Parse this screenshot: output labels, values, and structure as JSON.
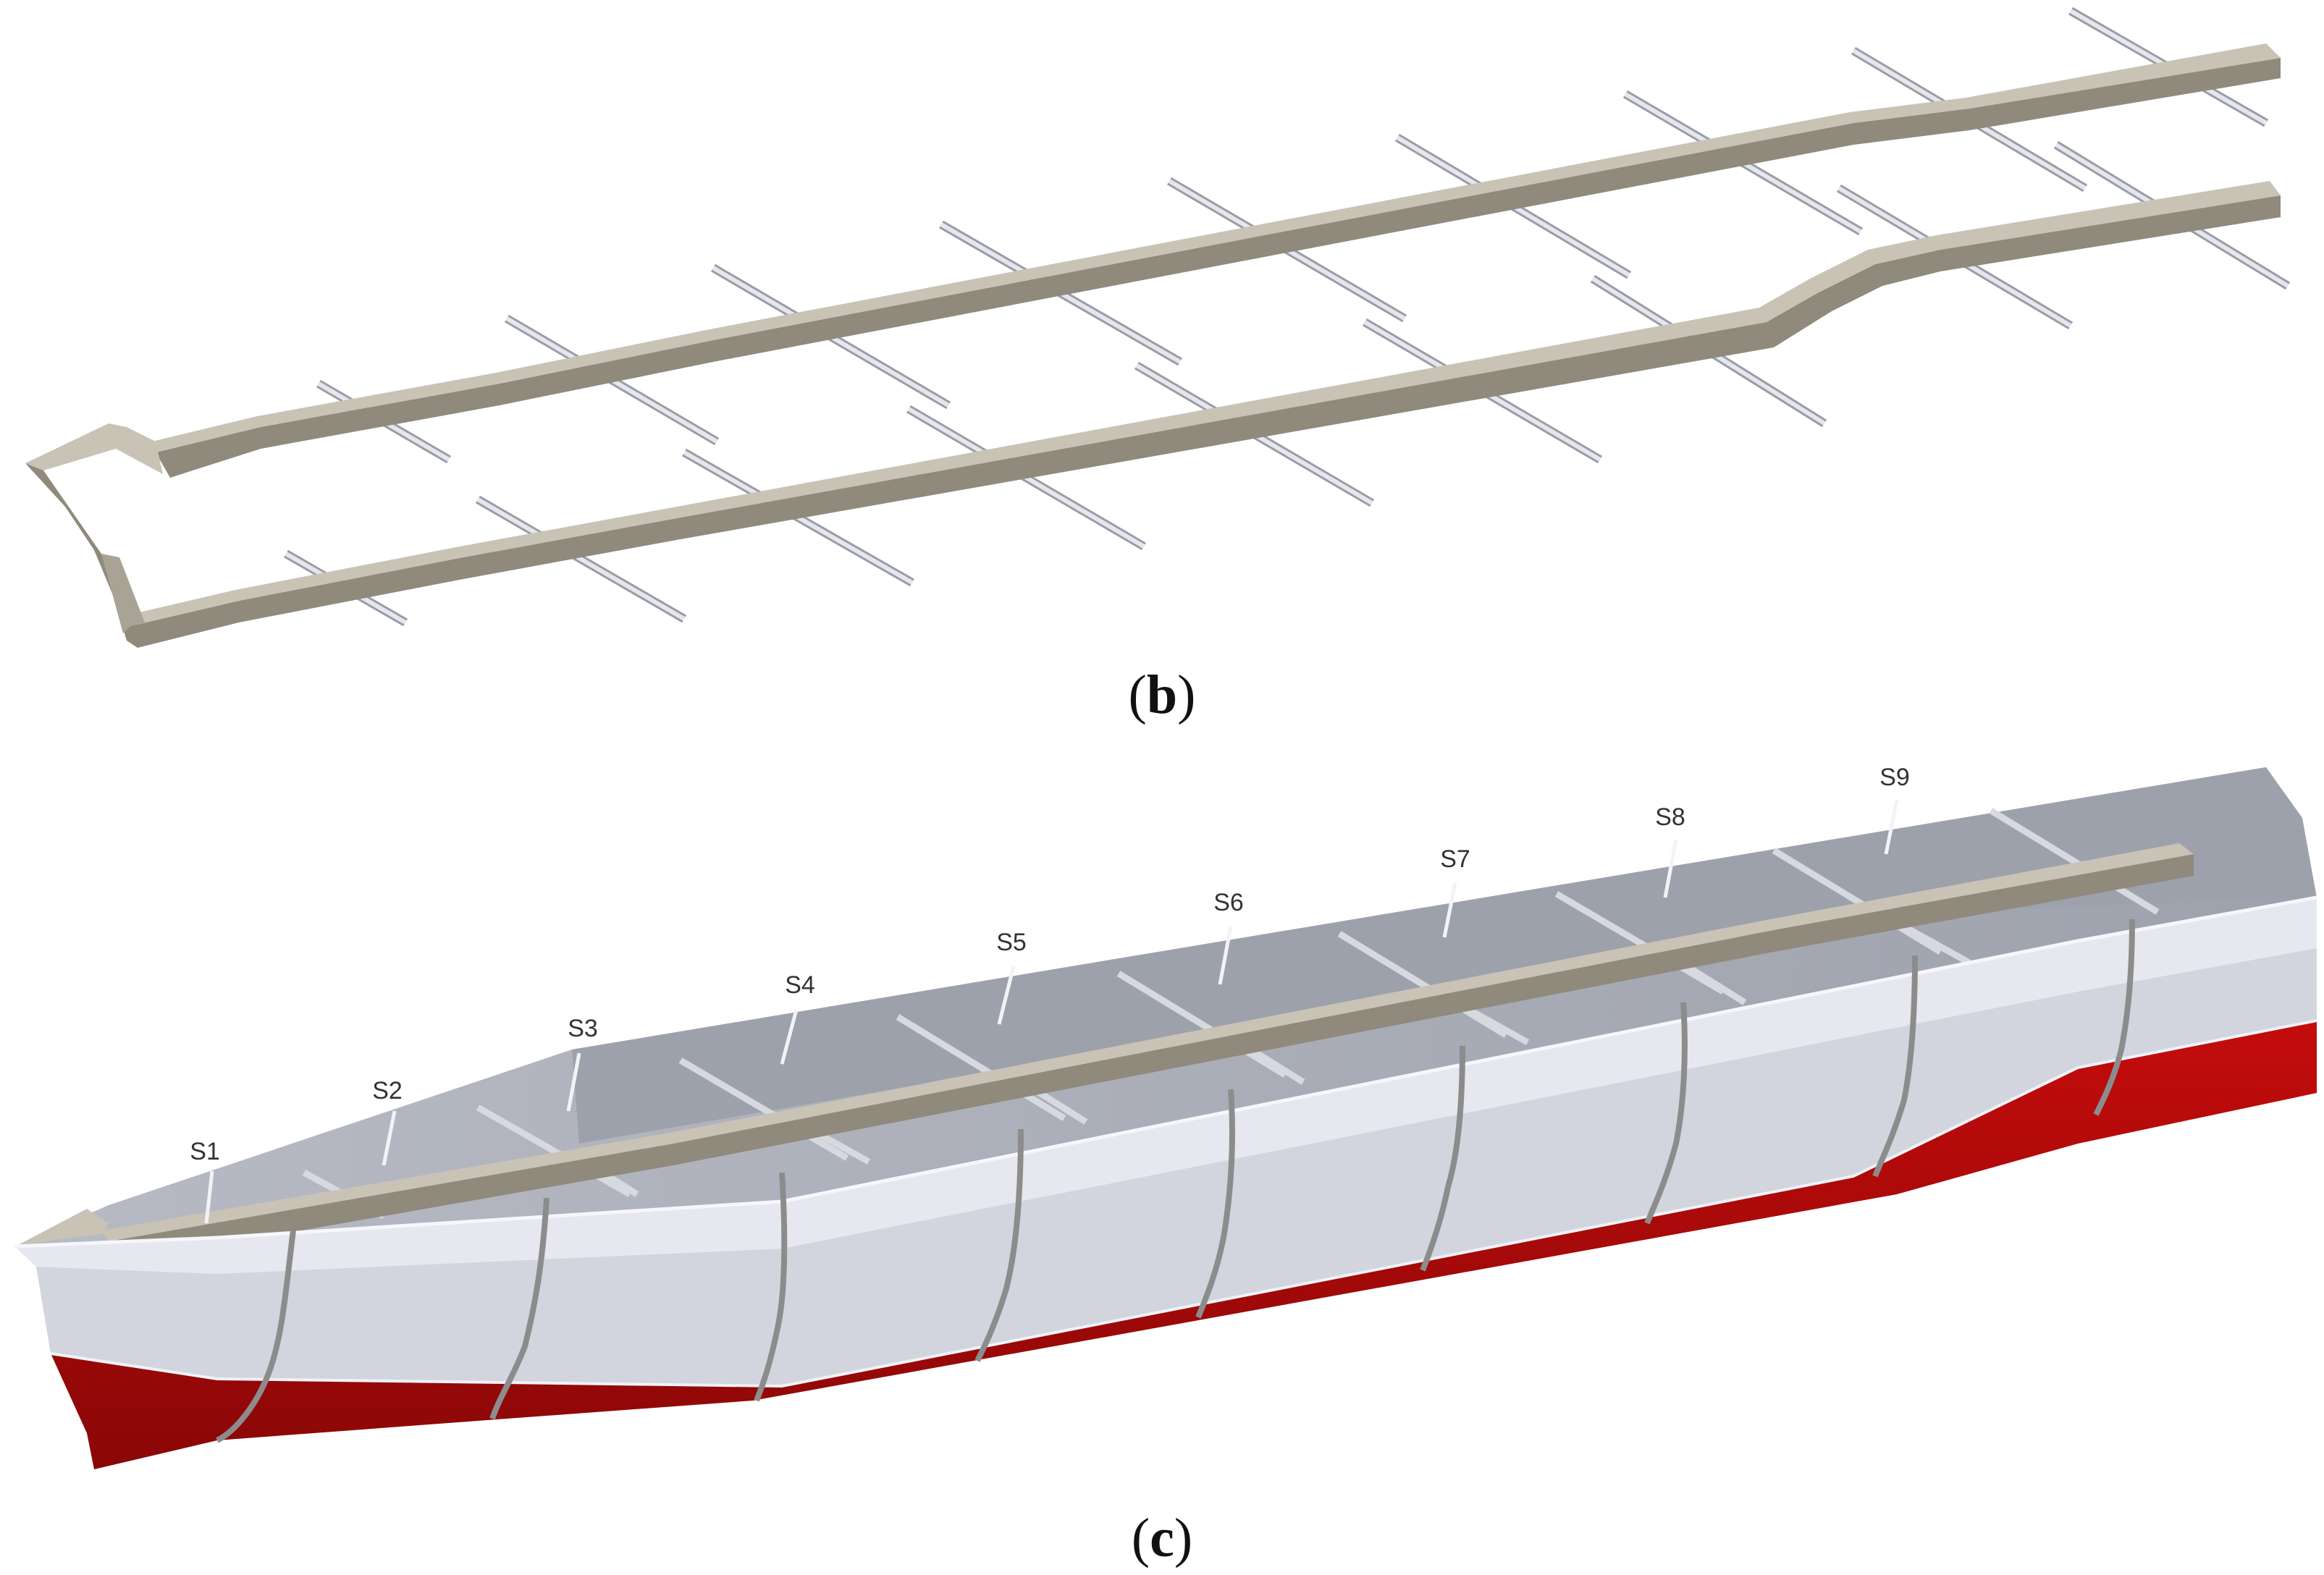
{
  "panel_b": {
    "caption_open": "(",
    "caption_letter": "b",
    "caption_close": ")"
  },
  "panel_c": {
    "caption_open": "(",
    "caption_letter": "c",
    "caption_close": ")",
    "segments": [
      "S1",
      "S2",
      "S3",
      "S4",
      "S5",
      "S6",
      "S7",
      "S8",
      "S9"
    ]
  },
  "colors": {
    "beam_top": "#c9c3b6",
    "beam_side": "#8f8a7c",
    "frame": "#dfe0e6",
    "frame_edge": "#9a9ca6",
    "deck": "#a9adb8",
    "hull_white": "#e6e7ef",
    "hull_white_dark": "#cfd1da",
    "hull_red": "#b00b0b",
    "hull_red_dark": "#7a0606",
    "joint": "#8c8c8c"
  }
}
